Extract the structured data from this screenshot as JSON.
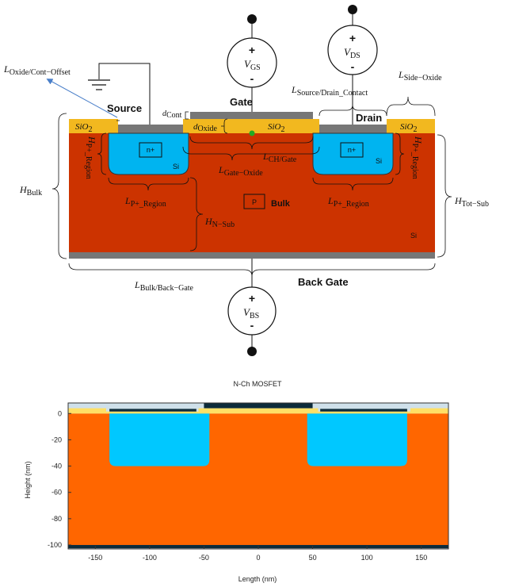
{
  "diagram": {
    "terminals": {
      "source": "Source",
      "gate": "Gate",
      "drain": "Drain",
      "bulk": "Bulk",
      "back_gate": "Back Gate"
    },
    "sources": [
      {
        "id": "vgs",
        "sign_top": "+",
        "sign_bottom": "-",
        "var": "V",
        "sub": "GS"
      },
      {
        "id": "vds",
        "sign_top": "+",
        "sign_bottom": "-",
        "var": "V",
        "sub": "DS"
      },
      {
        "id": "vbs",
        "sign_top": "+",
        "sign_bottom": "-",
        "var": "V",
        "sub": "BS"
      }
    ],
    "materials": {
      "oxide_left": {
        "base": "SiO",
        "sub": "2"
      },
      "oxide_center": {
        "base": "SiO",
        "sub": "2"
      },
      "oxide_right": {
        "base": "SiO",
        "sub": "2"
      },
      "n_plus": "n+",
      "p": "P",
      "si": "Si"
    },
    "dimensions": {
      "l_oxide_cont_offset": {
        "var": "L",
        "sub": "Oxide/Cont−Offset"
      },
      "l_source_drain_contact": {
        "var": "L",
        "sub": "Source/Drain_Contact"
      },
      "l_side_oxide": {
        "var": "L",
        "sub": "Side−Oxide"
      },
      "d_cont": {
        "var": "d",
        "sub": "Cont"
      },
      "d_oxide": {
        "var": "d",
        "sub": "Oxide"
      },
      "l_ch_gate": {
        "var": "L",
        "sub": "CH/Gate"
      },
      "l_gate_oxide": {
        "var": "L",
        "sub": "Gate−Oxide"
      },
      "h_p_region_left": {
        "var": "H",
        "sub": "P+_Region"
      },
      "h_p_region_right": {
        "var": "H",
        "sub": "P+_Region"
      },
      "l_p_region_left": {
        "var": "L",
        "sub": "P+_Region"
      },
      "l_p_region_right": {
        "var": "L",
        "sub": "P+_Region"
      },
      "h_n_sub": {
        "var": "H",
        "sub": "N−Sub"
      },
      "h_bulk": {
        "var": "H",
        "sub": "Bulk"
      },
      "h_tot_sub": {
        "var": "H",
        "sub": "Tot−Sub"
      },
      "l_bulk_back_gate": {
        "var": "L",
        "sub": "Bulk/Back−Gate"
      }
    }
  },
  "plot": {
    "title": "N-Ch MOSFET",
    "xlabel": "Length (nm)",
    "ylabel": "Height (nm)",
    "xlim": [
      -175,
      175
    ],
    "ylim": [
      -103,
      8
    ],
    "x_ticks": [
      -150,
      -100,
      -50,
      0,
      50,
      100,
      150
    ],
    "y_ticks": [
      0,
      -20,
      -40,
      -60,
      -80,
      -100
    ],
    "colors": {
      "substrate": "#ff6600",
      "wells": "#00c8ff",
      "oxide": "#ffe066",
      "contacts": "#0d2b3a",
      "ambient": "#cfe0ea"
    }
  }
}
